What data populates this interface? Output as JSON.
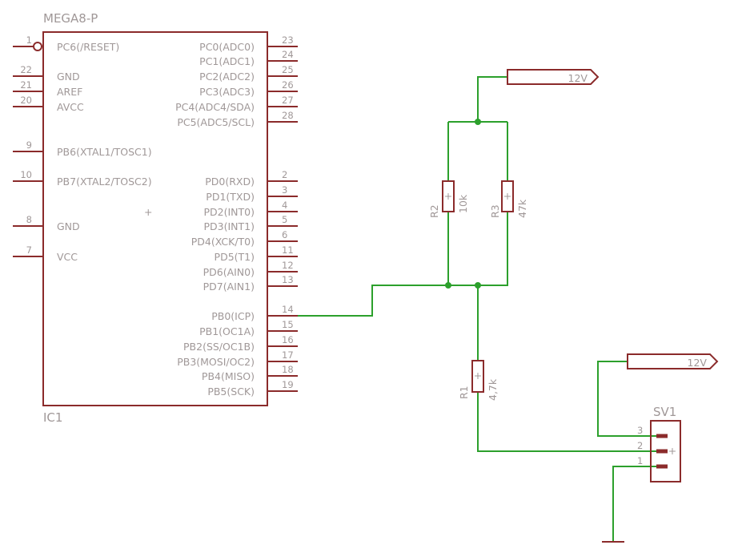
{
  "ic": {
    "name": "MEGA8-P",
    "designator": "IC1",
    "left_pins": [
      {
        "num": "1",
        "name": "PC6(/RESET)"
      },
      {
        "num": "22",
        "name": "GND"
      },
      {
        "num": "21",
        "name": "AREF"
      },
      {
        "num": "20",
        "name": "AVCC"
      },
      {
        "num": "9",
        "name": "PB6(XTAL1/TOSC1)"
      },
      {
        "num": "10",
        "name": "PB7(XTAL2/TOSC2)"
      },
      {
        "num": "8",
        "name": "GND"
      },
      {
        "num": "7",
        "name": "VCC"
      }
    ],
    "right_pins": [
      {
        "num": "23",
        "name": "PC0(ADC0)"
      },
      {
        "num": "24",
        "name": "PC1(ADC1)"
      },
      {
        "num": "25",
        "name": "PC2(ADC2)"
      },
      {
        "num": "26",
        "name": "PC3(ADC3)"
      },
      {
        "num": "27",
        "name": "PC4(ADC4/SDA)"
      },
      {
        "num": "28",
        "name": "PC5(ADC5/SCL)"
      },
      {
        "num": "2",
        "name": "PD0(RXD)"
      },
      {
        "num": "3",
        "name": "PD1(TXD)"
      },
      {
        "num": "4",
        "name": "PD2(INT0)"
      },
      {
        "num": "5",
        "name": "PD3(INT1)"
      },
      {
        "num": "6",
        "name": "PD4(XCK/T0)"
      },
      {
        "num": "11",
        "name": "PD5(T1)"
      },
      {
        "num": "12",
        "name": "PD6(AIN0)"
      },
      {
        "num": "13",
        "name": "PD7(AIN1)"
      },
      {
        "num": "14",
        "name": "PB0(ICP)"
      },
      {
        "num": "15",
        "name": "PB1(OC1A)"
      },
      {
        "num": "16",
        "name": "PB2(SS/OC1B)"
      },
      {
        "num": "17",
        "name": "PB3(MOSI/OC2)"
      },
      {
        "num": "18",
        "name": "PB4(MISO)"
      },
      {
        "num": "19",
        "name": "PB5(SCK)"
      }
    ]
  },
  "resistors": {
    "r1": {
      "name": "R1",
      "value": "4,7k"
    },
    "r2": {
      "name": "R2",
      "value": "10k"
    },
    "r3": {
      "name": "R3",
      "value": "47k"
    }
  },
  "supply_labels": {
    "top": "12V",
    "right": "12V"
  },
  "connector": {
    "name": "SV1",
    "pins": [
      "3",
      "2",
      "1"
    ]
  },
  "colors": {
    "symbol": "#8b2b2b",
    "wire": "#2ca02c",
    "text": "#a09898"
  }
}
